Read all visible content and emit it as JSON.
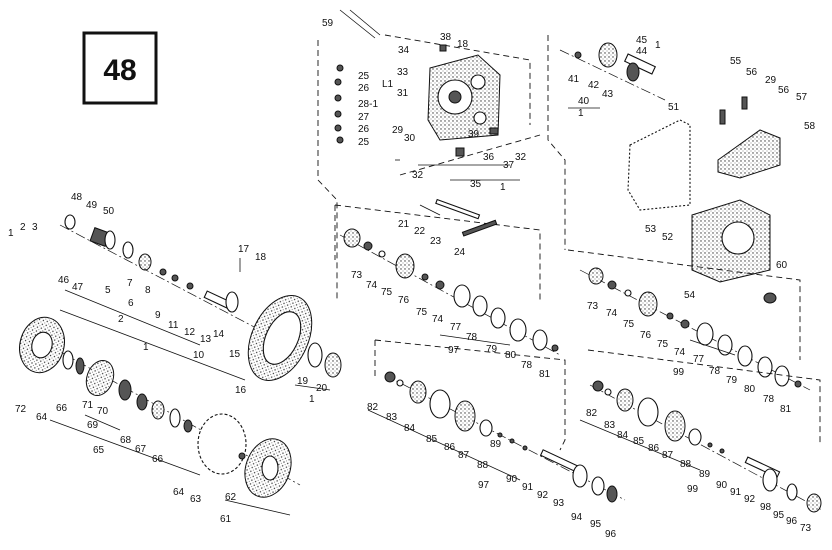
{
  "page_badge": "48",
  "callouts": {
    "c59": "59",
    "c38": "38",
    "c34": "34",
    "c18a": "18",
    "c25a": "25",
    "c26a": "26",
    "c28": "28-1",
    "c27": "27",
    "c26b": "26",
    "c25b": "25",
    "c33": "33",
    "cL1": "L1",
    "c31": "31",
    "c29a": "29",
    "c30": "30",
    "c39": "39",
    "c36": "36",
    "c37": "37",
    "c32a": "32",
    "c32b": "32",
    "c35": "35",
    "c1top": "1",
    "c45": "45",
    "c44": "44",
    "c1r": "1",
    "c41": "41",
    "c42": "42",
    "c43": "43",
    "c40": "40",
    "c1b": "1",
    "c55": "55",
    "c56a": "56",
    "c29b": "29",
    "c56b": "56",
    "c57": "57",
    "c58": "58",
    "c51": "51",
    "c53": "53",
    "c52": "52",
    "c54": "54",
    "c60": "60",
    "c1left": "1",
    "c2left": "2",
    "c3left": "3",
    "c48": "48",
    "c49": "49",
    "c50": "50",
    "c46": "46",
    "c47": "47",
    "c5": "5",
    "c7": "7",
    "c8": "8",
    "c6": "6",
    "c9": "9",
    "c11": "11",
    "c12": "12",
    "c2mid": "2",
    "c13": "13",
    "c14": "14",
    "c10": "10",
    "c1mid": "1",
    "c17": "17",
    "c18b": "18",
    "c15": "15",
    "c16": "16",
    "c19": "19",
    "c20": "20",
    "c1c": "1",
    "c21": "21",
    "c22": "22",
    "c23": "23",
    "c24": "24",
    "c73a": "73",
    "c74a": "74",
    "c75a": "75",
    "c76a": "76",
    "c75b": "75",
    "c74b": "74",
    "c77a": "77",
    "c78a": "78",
    "c97a": "97",
    "c79a": "79",
    "c80a": "80",
    "c78b": "78",
    "c81a": "81",
    "c73b": "73",
    "c74c": "74",
    "c75c": "75",
    "c76b": "76",
    "c75d": "75",
    "c74d": "74",
    "c77b": "77",
    "c99a": "99",
    "c78c": "78",
    "c79b": "79",
    "c80b": "80",
    "c78d": "78",
    "c81b": "81",
    "c72": "72",
    "c64a": "64",
    "c66a": "66",
    "c71": "71",
    "c70": "70",
    "c69": "69",
    "c68": "68",
    "c67": "67",
    "c66b": "66",
    "c65": "65",
    "c64b": "64",
    "c63": "63",
    "c62": "62",
    "c61": "61",
    "c82a": "82",
    "c83a": "83",
    "c84a": "84",
    "c85a": "85",
    "c86a": "86",
    "c87a": "87",
    "c88a": "88",
    "c89a": "89",
    "c97b": "97",
    "c90a": "90",
    "c91a": "91",
    "c92a": "92",
    "c93": "93",
    "c94": "94",
    "c95a": "95",
    "c96a": "96",
    "c82b": "82",
    "c83b": "83",
    "c84b": "84",
    "c85b": "85",
    "c86b": "86",
    "c87b": "87",
    "c88b": "88",
    "c89b": "89",
    "c99b": "99",
    "c90b": "90",
    "c91b": "91",
    "c92b": "92",
    "c98": "98",
    "c95b": "95",
    "c96b": "96",
    "c73c": "73"
  }
}
